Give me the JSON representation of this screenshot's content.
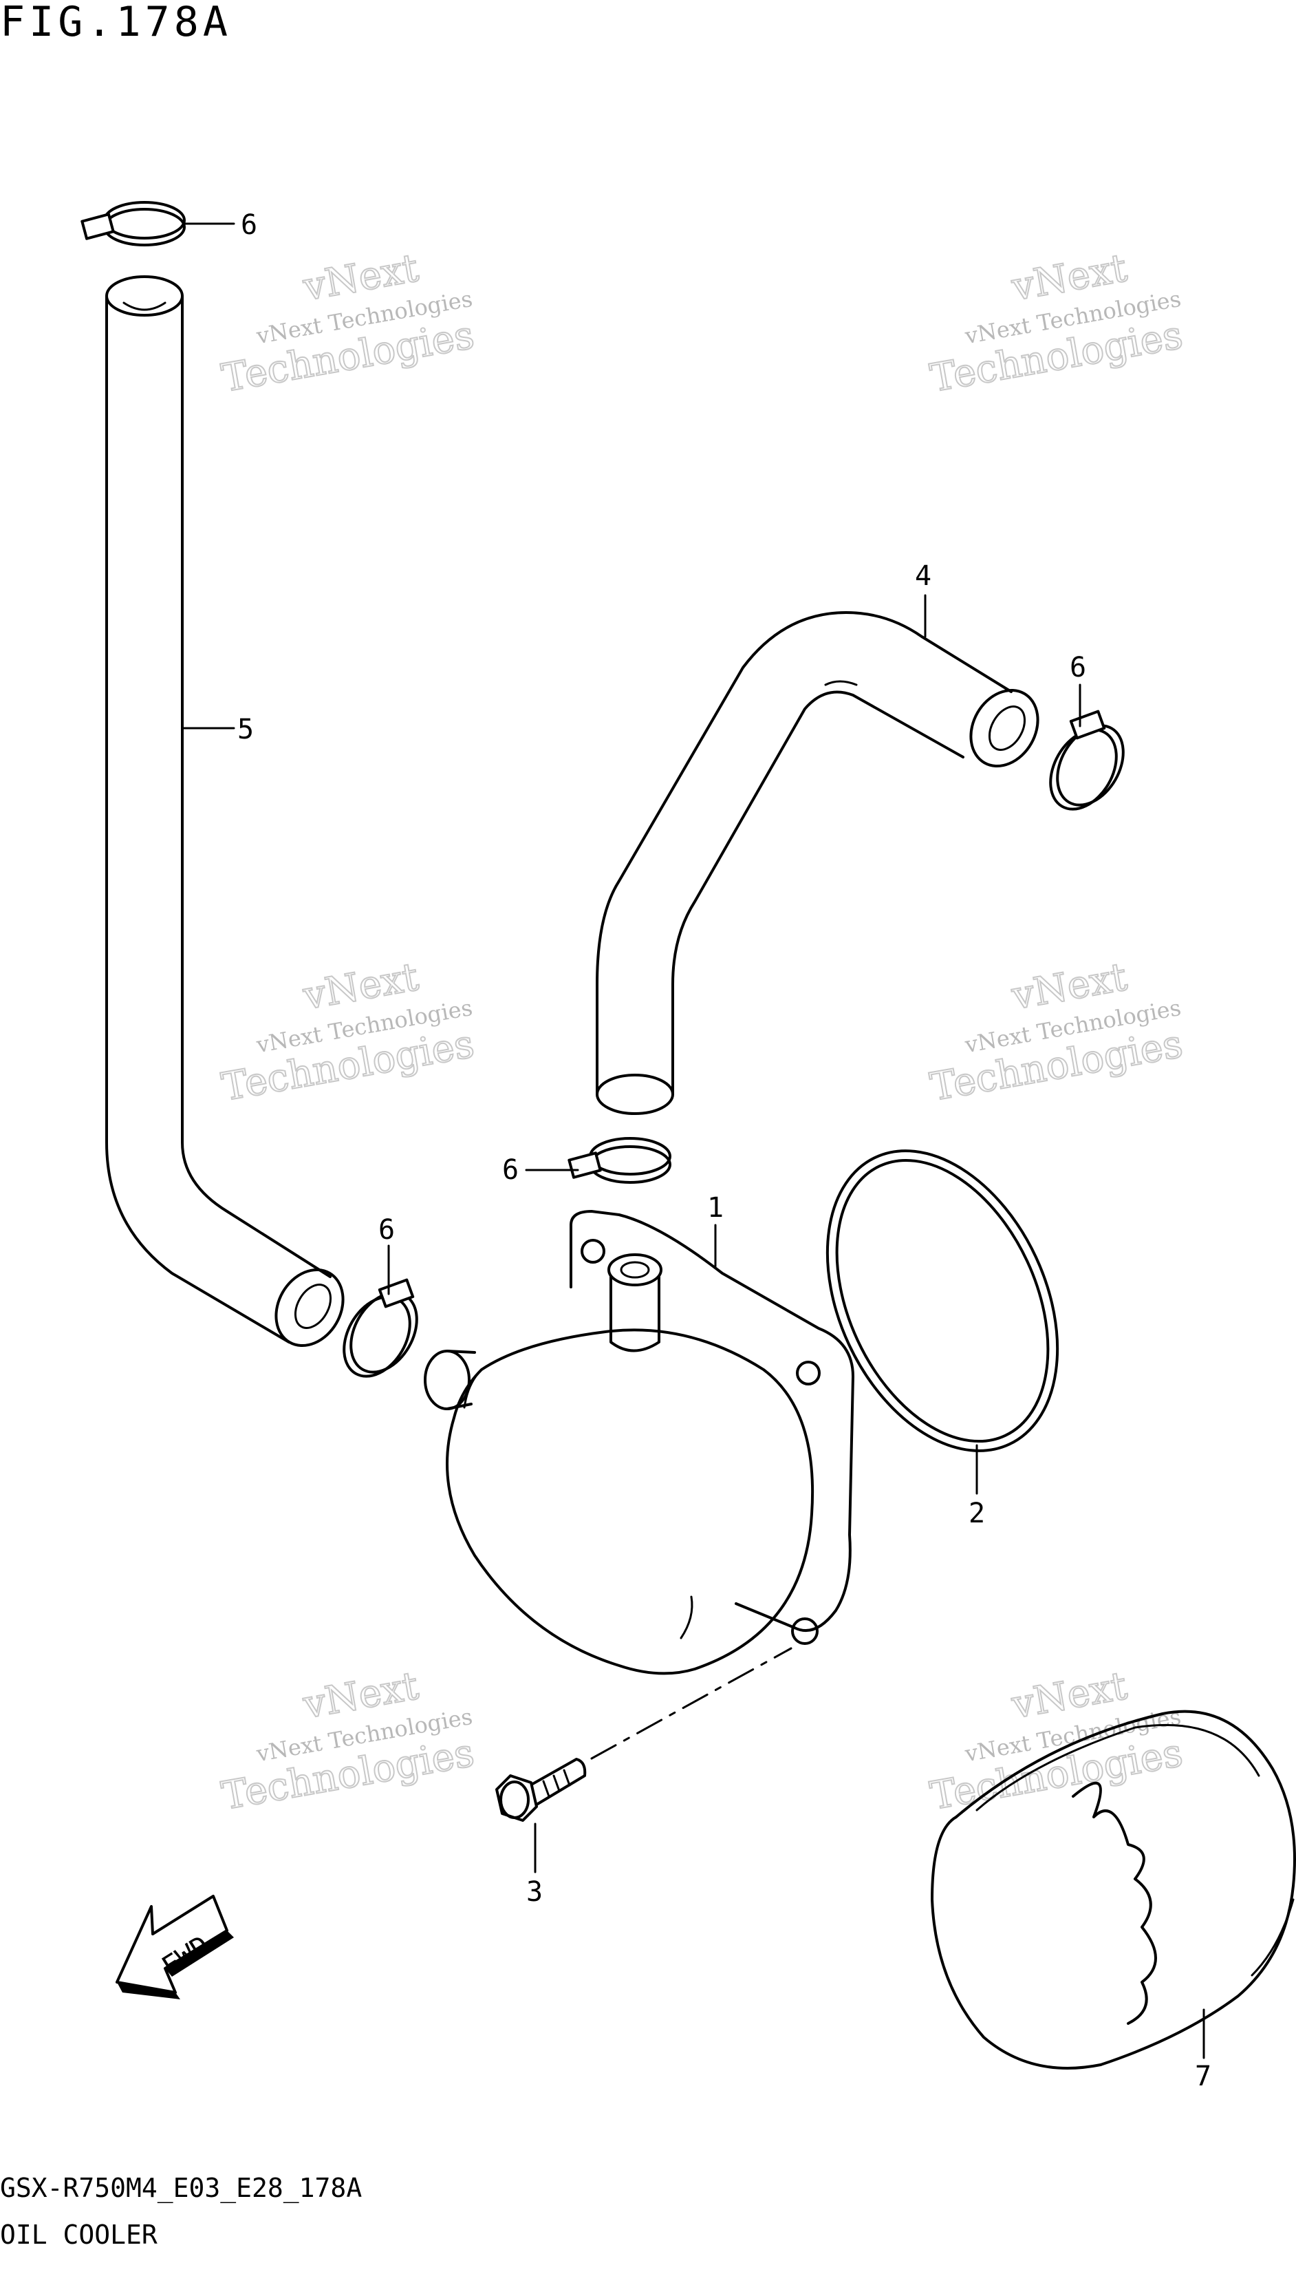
{
  "header": {
    "figure_number": "FIG.178A"
  },
  "footer": {
    "code": "GSX-R750M4_E03_E28_178A",
    "section_name": "OIL COOLER"
  },
  "watermark": {
    "line1": "vNext Technologies",
    "line2": "vNext",
    "line3": "Technologies"
  },
  "callouts": {
    "oil_cooler": "1",
    "o_ring": "2",
    "bolt": "3",
    "hose_upper": "4",
    "hose_long": "5",
    "clamp": "6",
    "oil_filter": "7"
  },
  "fwd_arrow": {
    "label": "FWD"
  },
  "colors": {
    "line": "#000000",
    "background": "#ffffff",
    "watermark": "#b8b8b8"
  }
}
